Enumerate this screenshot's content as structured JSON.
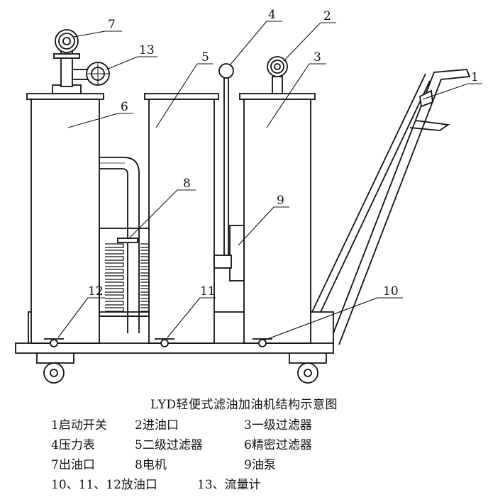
{
  "callouts": [
    "7",
    "13",
    "4",
    "2",
    "5",
    "3",
    "1",
    "6",
    "8",
    "9",
    "12",
    "11",
    "10"
  ],
  "caption": "LYD轻便式滤油加油机结构示意图",
  "legend": [
    [
      "1启动开关",
      "2进油口",
      "3一级过滤器"
    ],
    [
      "4压力表",
      "5二级过滤器",
      "6精密过滤器"
    ],
    [
      "7出油口",
      "8电机",
      "9油泵"
    ],
    [
      "10、11、12放油口",
      "13、流量计"
    ]
  ]
}
